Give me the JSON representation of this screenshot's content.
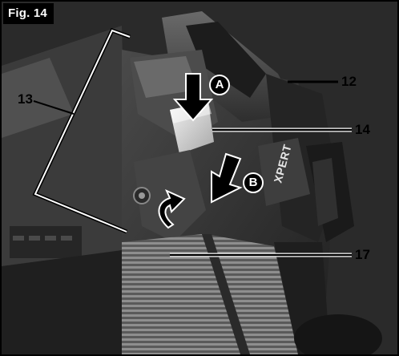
{
  "figure": {
    "label": "Fig. 14"
  },
  "callouts": {
    "c12": "12",
    "c13": "13",
    "c14": "14",
    "c17": "17"
  },
  "steps": {
    "a": "A",
    "b": "B"
  },
  "product": {
    "brand_text": "XPERT"
  },
  "colors": {
    "plastic_dark": "#2b2b2b",
    "plastic_mid": "#555555",
    "latch": "#d9d9d9",
    "arrow": "#000000",
    "label_bg": "#000000"
  }
}
